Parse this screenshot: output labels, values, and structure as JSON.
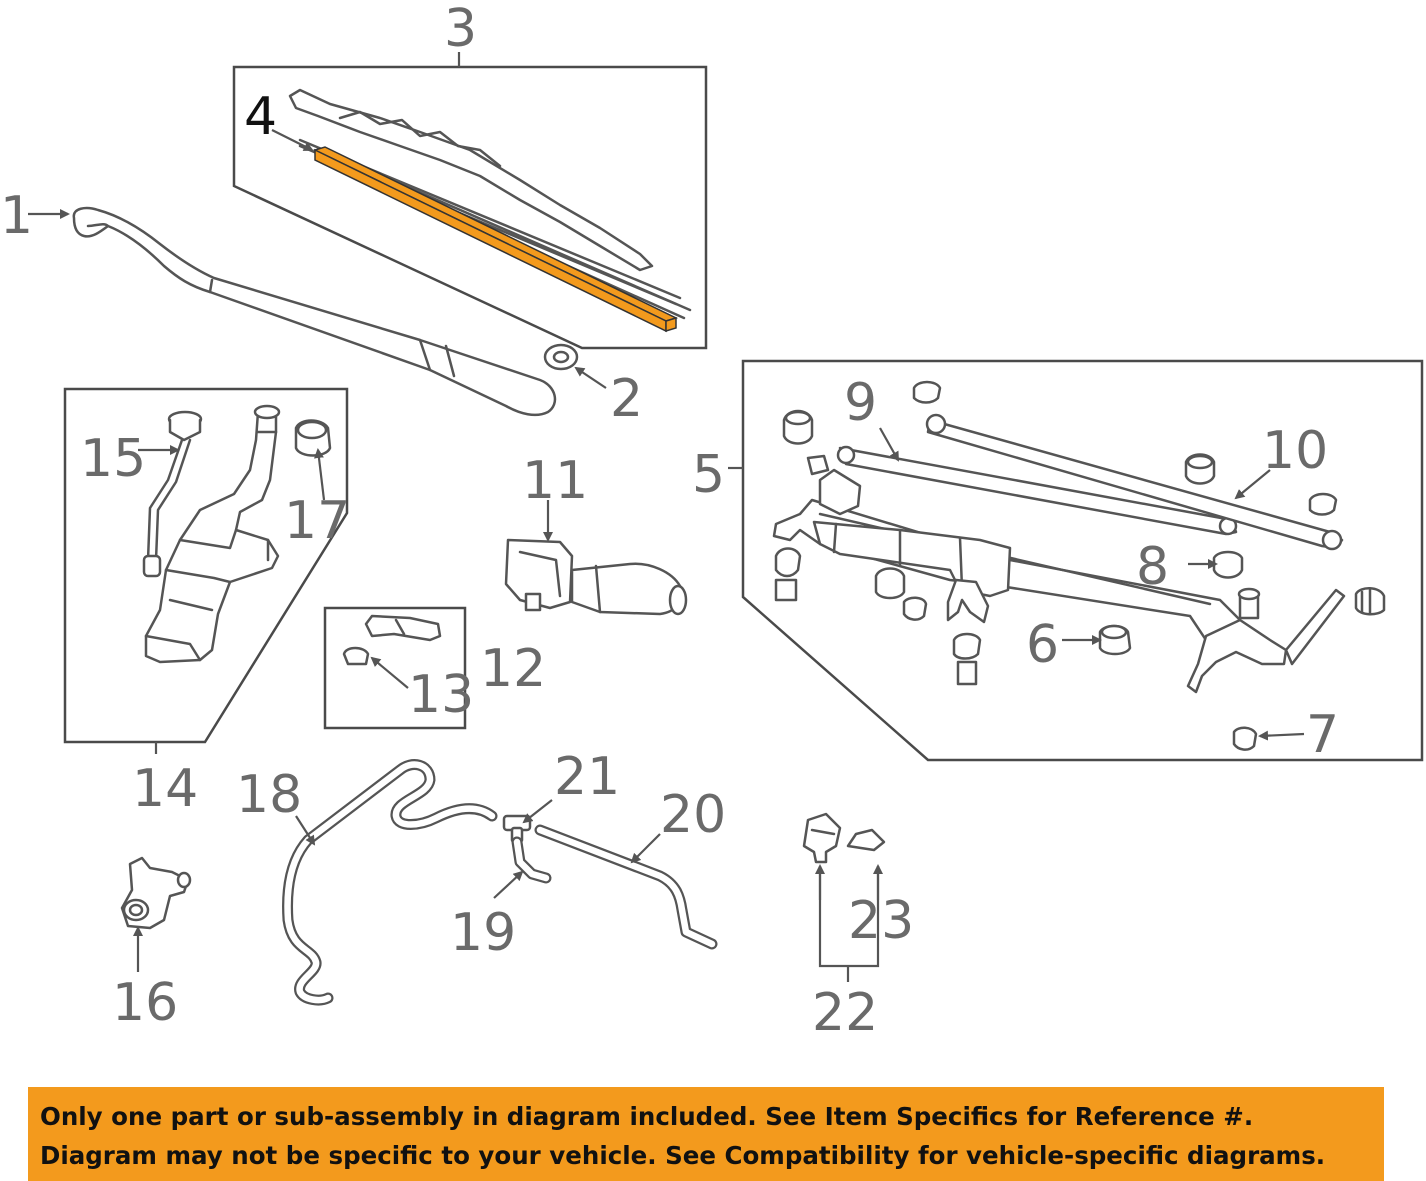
{
  "callouts": {
    "c1": "1",
    "c2": "2",
    "c3": "3",
    "c4": "4",
    "c5": "5",
    "c6": "6",
    "c7": "7",
    "c8": "8",
    "c9": "9",
    "c10": "10",
    "c11": "11",
    "c12": "12",
    "c13": "13",
    "c14": "14",
    "c15": "15",
    "c16": "16",
    "c17": "17",
    "c18": "18",
    "c19": "19",
    "c20": "20",
    "c21": "21",
    "c22": "22",
    "c23": "23"
  },
  "highlighted_part": "4",
  "colors": {
    "highlight": "#f39a1d",
    "notice_background": "#f39a1d",
    "linework": "#555555",
    "callout_text": "#6a6a6a"
  },
  "notice": {
    "line1": "Only one part or sub-assembly in diagram included. See Item Specifics for Reference #.",
    "line2": "Diagram may not be specific to your vehicle. See Compatibility for vehicle-specific diagrams."
  }
}
